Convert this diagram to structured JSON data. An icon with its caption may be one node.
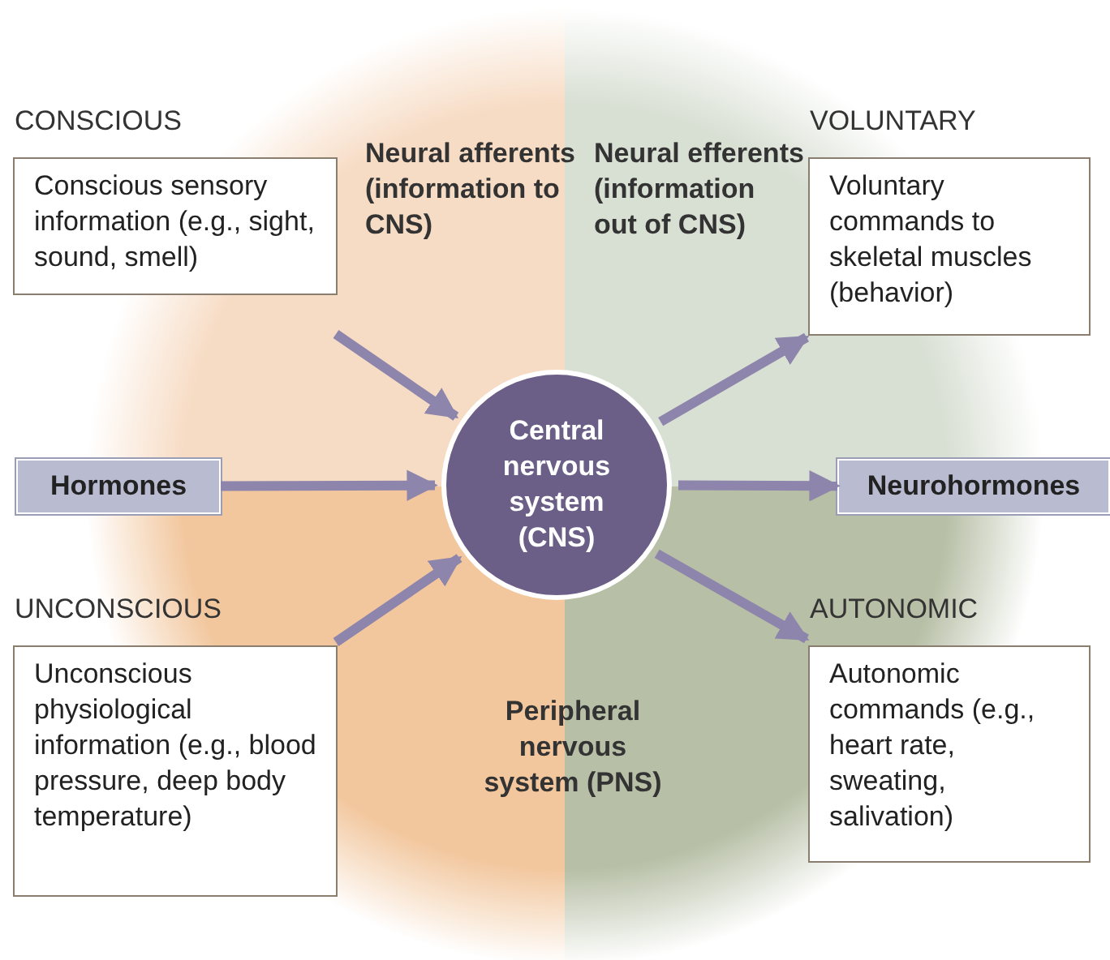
{
  "diagram": {
    "nodes": [
      {
        "text": [
          "CONSCIOUS",
          "Conscious sensory information (e.g., sight, sound, smell)"
        ]
      },
      {
        "text": [
          "Hormones"
        ]
      },
      {
        "text": [
          "UNCONSCIOUS",
          "Unconscious physiological information (e.g., blood pressure, deep body temperature)"
        ]
      },
      {
        "text": [
          "Central nervous system (CNS)"
        ]
      },
      {
        "text": [
          "VOLUNTARY",
          "Voluntary commands to skeletal muscles (behavior)"
        ]
      },
      {
        "text": [
          "Neurohormones"
        ]
      },
      {
        "text": [
          "AUTONOMIC",
          "Autonomic commands (e.g., heart rate, sweating, salivation)"
        ]
      }
    ],
    "edges": [
      {
        "from": 0,
        "to": 3,
        "arrow": "to"
      },
      {
        "from": 1,
        "to": 3,
        "arrow": "to"
      },
      {
        "from": 2,
        "to": 3,
        "arrow": "to"
      },
      {
        "from": 3,
        "to": 4,
        "arrow": "to"
      },
      {
        "from": 3,
        "to": 5,
        "arrow": "to"
      },
      {
        "from": 3,
        "to": 6,
        "arrow": "to"
      }
    ],
    "labels": [
      "Neural afferents (information to CNS)",
      "Neural efferents (information out of CNS)",
      "Peripheral nervous system (PNS)"
    ]
  }
}
